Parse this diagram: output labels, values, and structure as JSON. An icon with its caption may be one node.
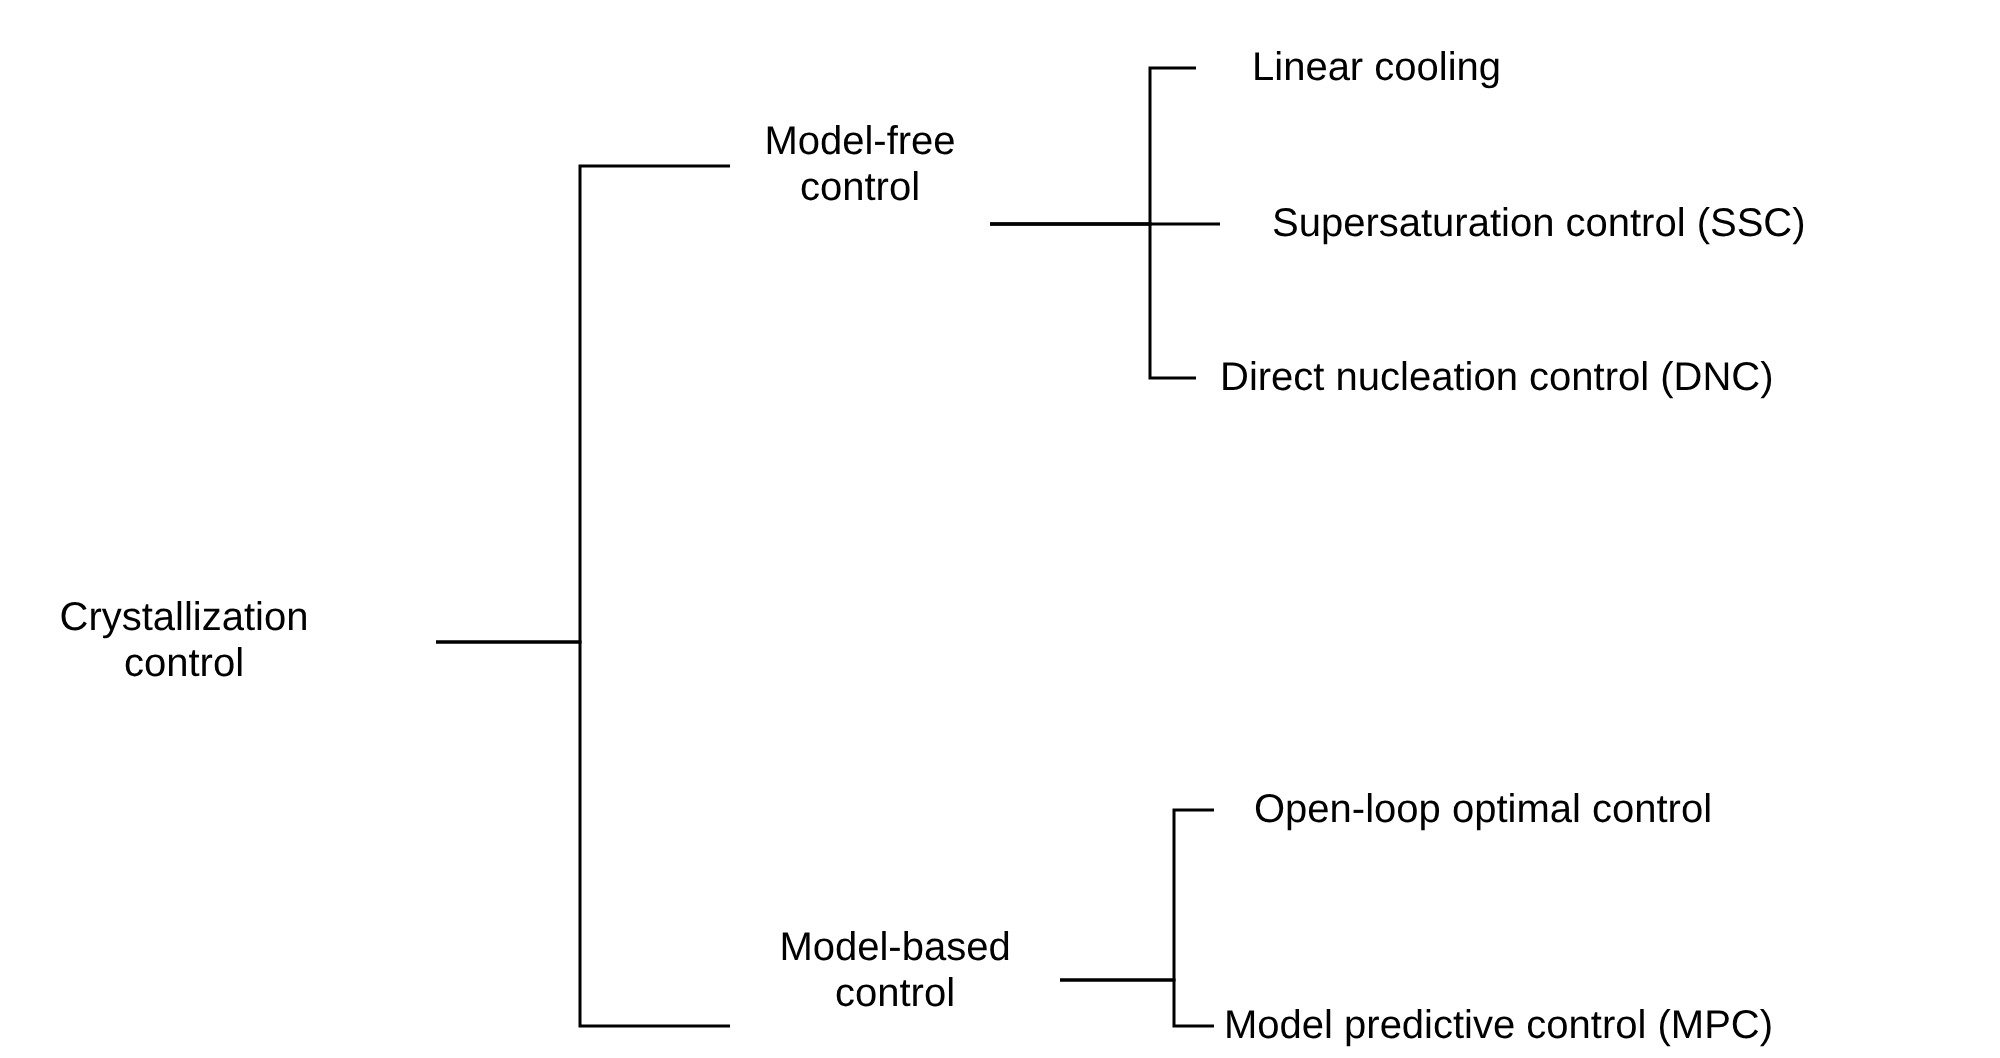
{
  "diagram": {
    "nodes": [
      {
        "text": [
          "Crystallization control"
        ]
      },
      {
        "text": [
          "Model-free control"
        ]
      },
      {
        "text": [
          "Linear cooling"
        ]
      },
      {
        "text": [
          "Supersaturation control (SSC)"
        ]
      },
      {
        "text": [
          "Direct nucleation control (DNC)"
        ]
      },
      {
        "text": [
          "Model-based control"
        ]
      },
      {
        "text": [
          "Open-loop optimal control"
        ]
      },
      {
        "text": [
          "Model predictive control (MPC)"
        ]
      }
    ],
    "edges": [
      {
        "from": 0,
        "to": 1,
        "arrow": "none"
      },
      {
        "from": 0,
        "to": 5,
        "arrow": "none"
      },
      {
        "from": 1,
        "to": 2,
        "arrow": "none"
      },
      {
        "from": 1,
        "to": 3,
        "arrow": "none"
      },
      {
        "from": 1,
        "to": 4,
        "arrow": "none"
      },
      {
        "from": 5,
        "to": 6,
        "arrow": "none"
      },
      {
        "from": 5,
        "to": 7,
        "arrow": "none"
      }
    ]
  }
}
